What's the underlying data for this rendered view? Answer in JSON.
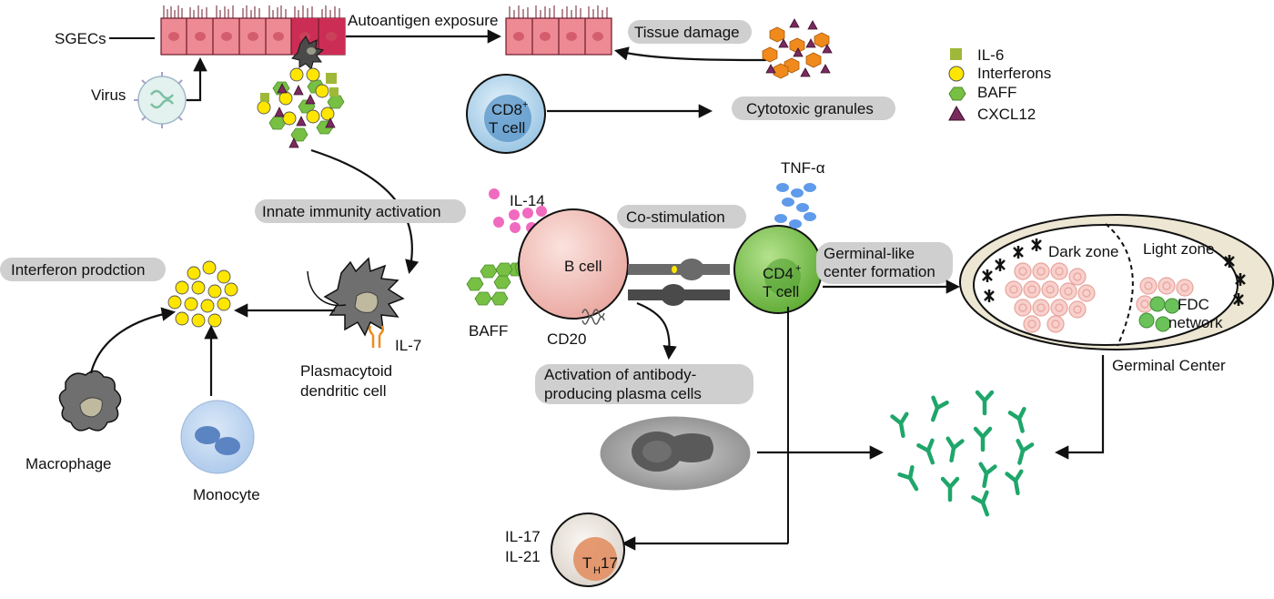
{
  "colors": {
    "sgec": "#e8727f",
    "sgec_dark": "#c7284a",
    "interferon": "#ffe600",
    "il6": "#9fb83a",
    "baff": "#77c043",
    "cxcl12": "#7a2a5e",
    "orange_hex": "#f08a1c",
    "pill": "#cfcfcf",
    "bcell": "#f3c2bd",
    "cd4": "#84cc55",
    "cd8": "#a9d1ec",
    "il14": "#f06abf",
    "tnf": "#5f9bea",
    "antibody": "#1fa66a",
    "th17": "#e28f63"
  },
  "labels": {
    "sgecs": "SGECs",
    "virus": "Virus",
    "autoantigen": "Autoantigen exposure",
    "cd8_line1": "CD8",
    "cd8_sup": "+",
    "cd8_line2": "T cell",
    "il7": "IL-7",
    "pdc_line1": "Plasmacytoid",
    "pdc_line2": "dendritic cell",
    "macrophage": "Macrophage",
    "monocyte": "Monocyte",
    "il14": "IL-14",
    "bcell": "B cell",
    "baff_label": "BAFF",
    "cd20": "CD20",
    "tnf": "TNF-α",
    "cd4_line1": "CD4",
    "cd4_sup": "+",
    "cd4_line2": "T cell",
    "dark_zone": "Dark zone",
    "light_zone": "Light zone",
    "fdc_line1": "FDC",
    "fdc_line2": "network",
    "germinal_center": "Germinal Center",
    "il17": "IL-17",
    "il21": "IL-21",
    "th17_main": "T",
    "th17_sub": "H",
    "th17_num": "17"
  },
  "pills": {
    "tissue_damage": "Tissue damage",
    "cytotoxic": "Cytotoxic granules",
    "innate": "Innate immunity activation",
    "interferon_prod": "Interferon prodction",
    "costim": "Co-stimulation",
    "germinal_line1": "Germinal-like",
    "germinal_line2": "center formation",
    "activation_line1": "Activation of antibody-",
    "activation_line2": "producing plasma cells"
  },
  "legend": [
    {
      "label": "IL-6",
      "icon": "square"
    },
    {
      "label": "Interferons",
      "icon": "circle"
    },
    {
      "label": "BAFF",
      "icon": "hexagon"
    },
    {
      "label": "CXCL12",
      "icon": "triangle"
    }
  ]
}
